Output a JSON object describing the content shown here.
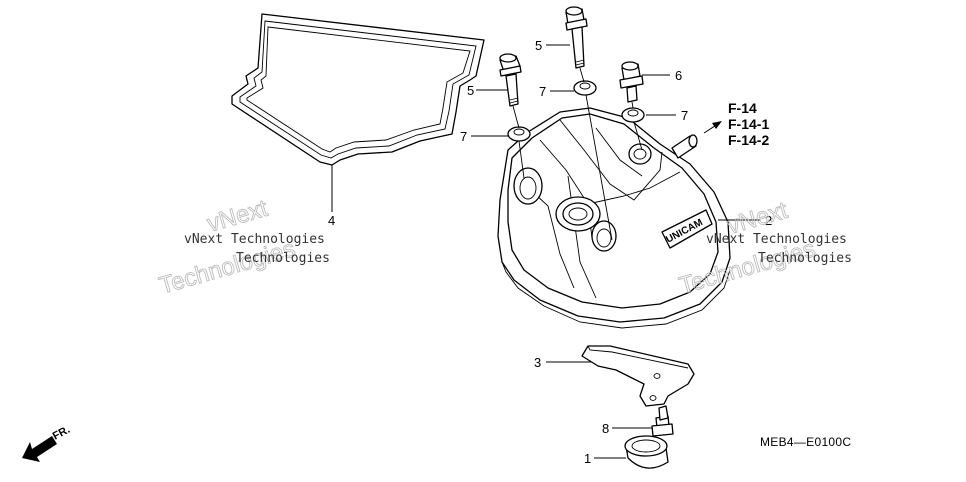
{
  "callouts": {
    "c1": "1",
    "c2": "2",
    "c3": "3",
    "c4": "4",
    "c5a": "5",
    "c5b": "5",
    "c6": "6",
    "c7a": "7",
    "c7b": "7",
    "c7c": "7",
    "c8": "8"
  },
  "references": [
    "F-14",
    "F-14-1",
    "F-14-2"
  ],
  "diagram_code": "MEB4—E0100C",
  "cover_emblem": "UNICAM",
  "front_marker": "FR.",
  "watermark": {
    "small": "vNext Technologies",
    "big_line1": "vNext",
    "big_line2": "Technologies"
  }
}
